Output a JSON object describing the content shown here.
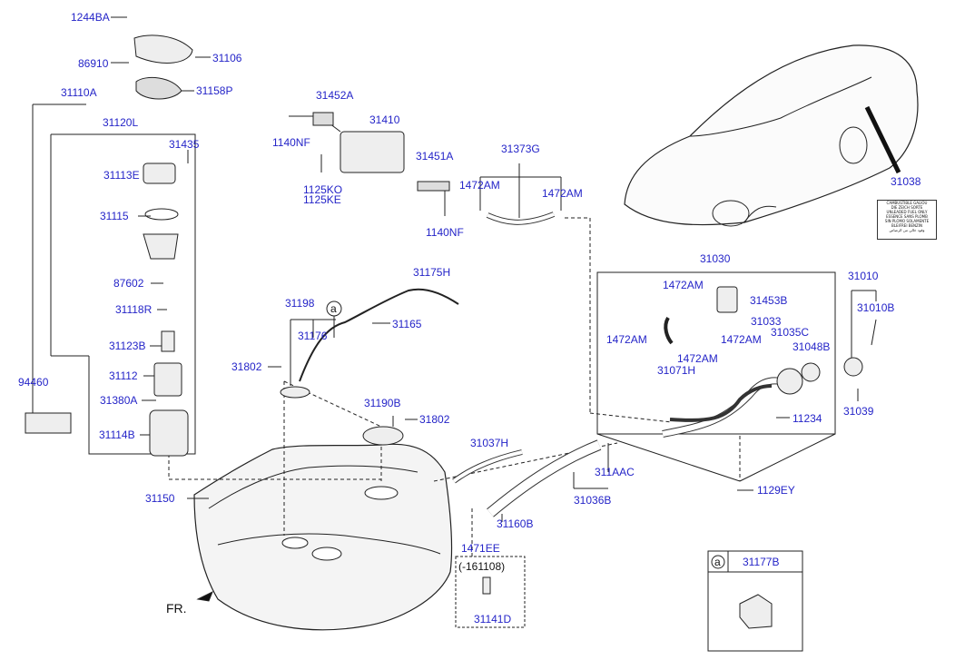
{
  "labels": {
    "l_1244BA": "1244BA",
    "l_31106": "31106",
    "l_86910": "86910",
    "l_31158P": "31158P",
    "l_31110A": "31110A",
    "l_31120L": "31120L",
    "l_31435": "31435",
    "l_31113E": "31113E",
    "l_31115": "31115",
    "l_87602": "87602",
    "l_31118R": "31118R",
    "l_31123B": "31123B",
    "l_31112": "31112",
    "l_31380A": "31380A",
    "l_31114B": "31114B",
    "l_94460": "94460",
    "l_31150": "31150",
    "l_31452A": "31452A",
    "l_31410": "31410",
    "l_1140NF_a": "1140NF",
    "l_31451A": "31451A",
    "l_1125KO": "1125KO",
    "l_1125KE": "1125KE",
    "l_1140NF_b": "1140NF",
    "l_31373G": "31373G",
    "l_1472AM_a": "1472AM",
    "l_1472AM_b": "1472AM",
    "l_31175H": "31175H",
    "l_31198": "31198",
    "l_circle_a": "a",
    "l_31176": "31176",
    "l_31165": "31165",
    "l_31802_a": "31802",
    "l_31190B": "31190B",
    "l_31802_b": "31802",
    "l_31037H": "31037H",
    "l_311AAC": "311AAC",
    "l_31036B": "31036B",
    "l_31160B": "31160B",
    "l_1471EE": "1471EE",
    "l_161108": "(-161108)",
    "l_31141D": "31141D",
    "l_31030": "31030",
    "l_1472AM_c": "1472AM",
    "l_31453B": "31453B",
    "l_31033": "31033",
    "l_31035C": "31035C",
    "l_1472AM_d": "1472AM",
    "l_1472AM_e": "1472AM",
    "l_31048B": "31048B",
    "l_1472AM_f": "1472AM",
    "l_31071H": "31071H",
    "l_11234": "11234",
    "l_1129EY": "1129EY",
    "l_31010": "31010",
    "l_31010B": "31010B",
    "l_31039": "31039",
    "l_31038": "31038",
    "l_FR": "FR.",
    "l_box_a": "a",
    "l_31177B": "31177B"
  },
  "fuel_label_lines": [
    "CAMBUSTIBLE GALIOU",
    "DIE ZEICH SORTE",
    "UNLEADED FUEL ONLY",
    "ESSENCE SANS PLOMB",
    "SIN PLOMO SOLAMENTE",
    "BLEIFREI BENZIN",
    "وقود خالي من الرصاص"
  ],
  "colors": {
    "label_blue": "#2424c8",
    "line": "#222222"
  }
}
